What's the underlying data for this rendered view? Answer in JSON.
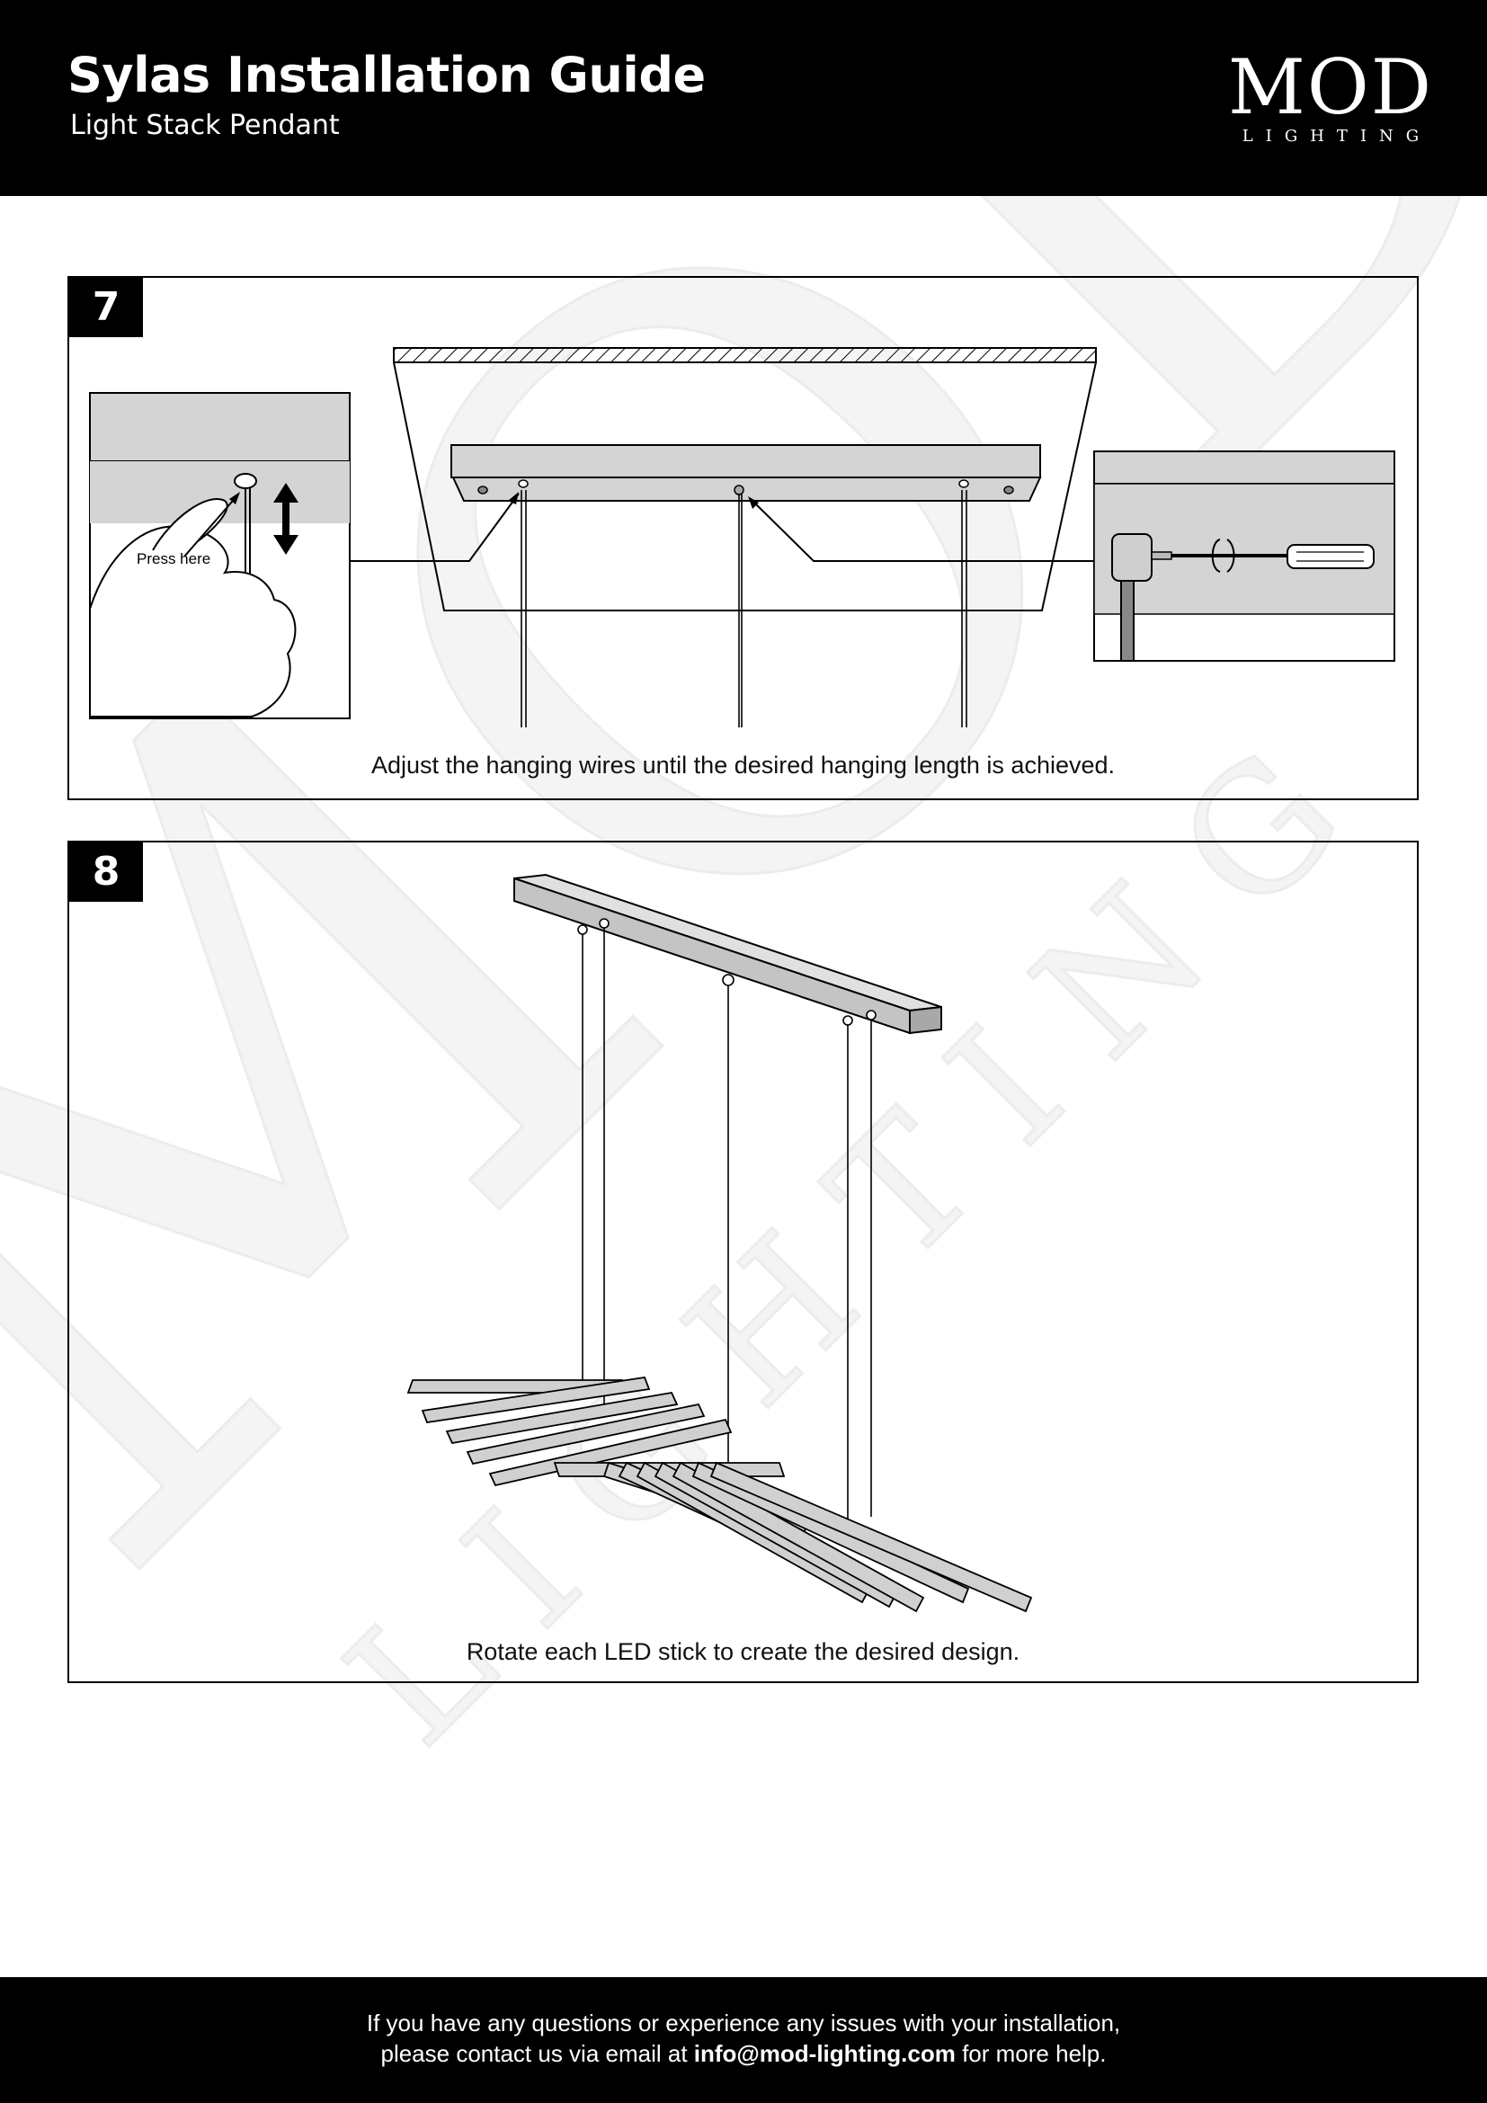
{
  "header": {
    "title": "Sylas Installation Guide",
    "subtitle": "Light Stack Pendant",
    "logo": {
      "main": "MOD",
      "sub": "LIGHTING"
    }
  },
  "watermark": {
    "main": "MOD",
    "sub": "LIGHTING"
  },
  "steps": [
    {
      "number": "7",
      "callout": "Press here",
      "caption": "Adjust the hanging wires until the desired hanging length is achieved."
    },
    {
      "number": "8",
      "caption": "Rotate each LED stick to create the desired design."
    }
  ],
  "footer": {
    "line1": "If you have any questions or experience any issues with your installation,",
    "line2_prefix": "please contact us via email at ",
    "email": "info@mod-lighting.com",
    "line2_suffix": " for more help."
  },
  "colors": {
    "header_bg": "#000000",
    "panel_gray": "#d4d4d4",
    "watermark": "#f0f0f0"
  }
}
